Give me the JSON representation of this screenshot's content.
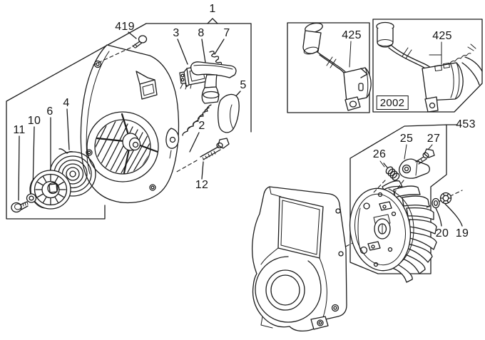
{
  "figure": {
    "kind": "exploded-parts-diagram",
    "background_color": "#ffffff",
    "line_color": "#1c1c1c",
    "text_color": "#141414"
  },
  "callouts": {
    "starter_assembly": "1",
    "housing_screw": "419",
    "rope_guide_plate": "3",
    "starter_handle": "8",
    "rope_retainer": "7",
    "air_deflector": "5",
    "screw_upper": "2",
    "screw_lower": "12",
    "rewind_spring": "4",
    "rope_rotor": "6",
    "rotor_washer": "10",
    "rotor_screw": "11",
    "ignition_module": "425",
    "ignition_module_2002": "425",
    "year_tag": "2002",
    "flywheel_assembly": "453",
    "starter_pawl": "25",
    "pawl_screw": "27",
    "pawl_spring": "26",
    "flywheel_washer": "20",
    "flywheel_nut": "19"
  }
}
